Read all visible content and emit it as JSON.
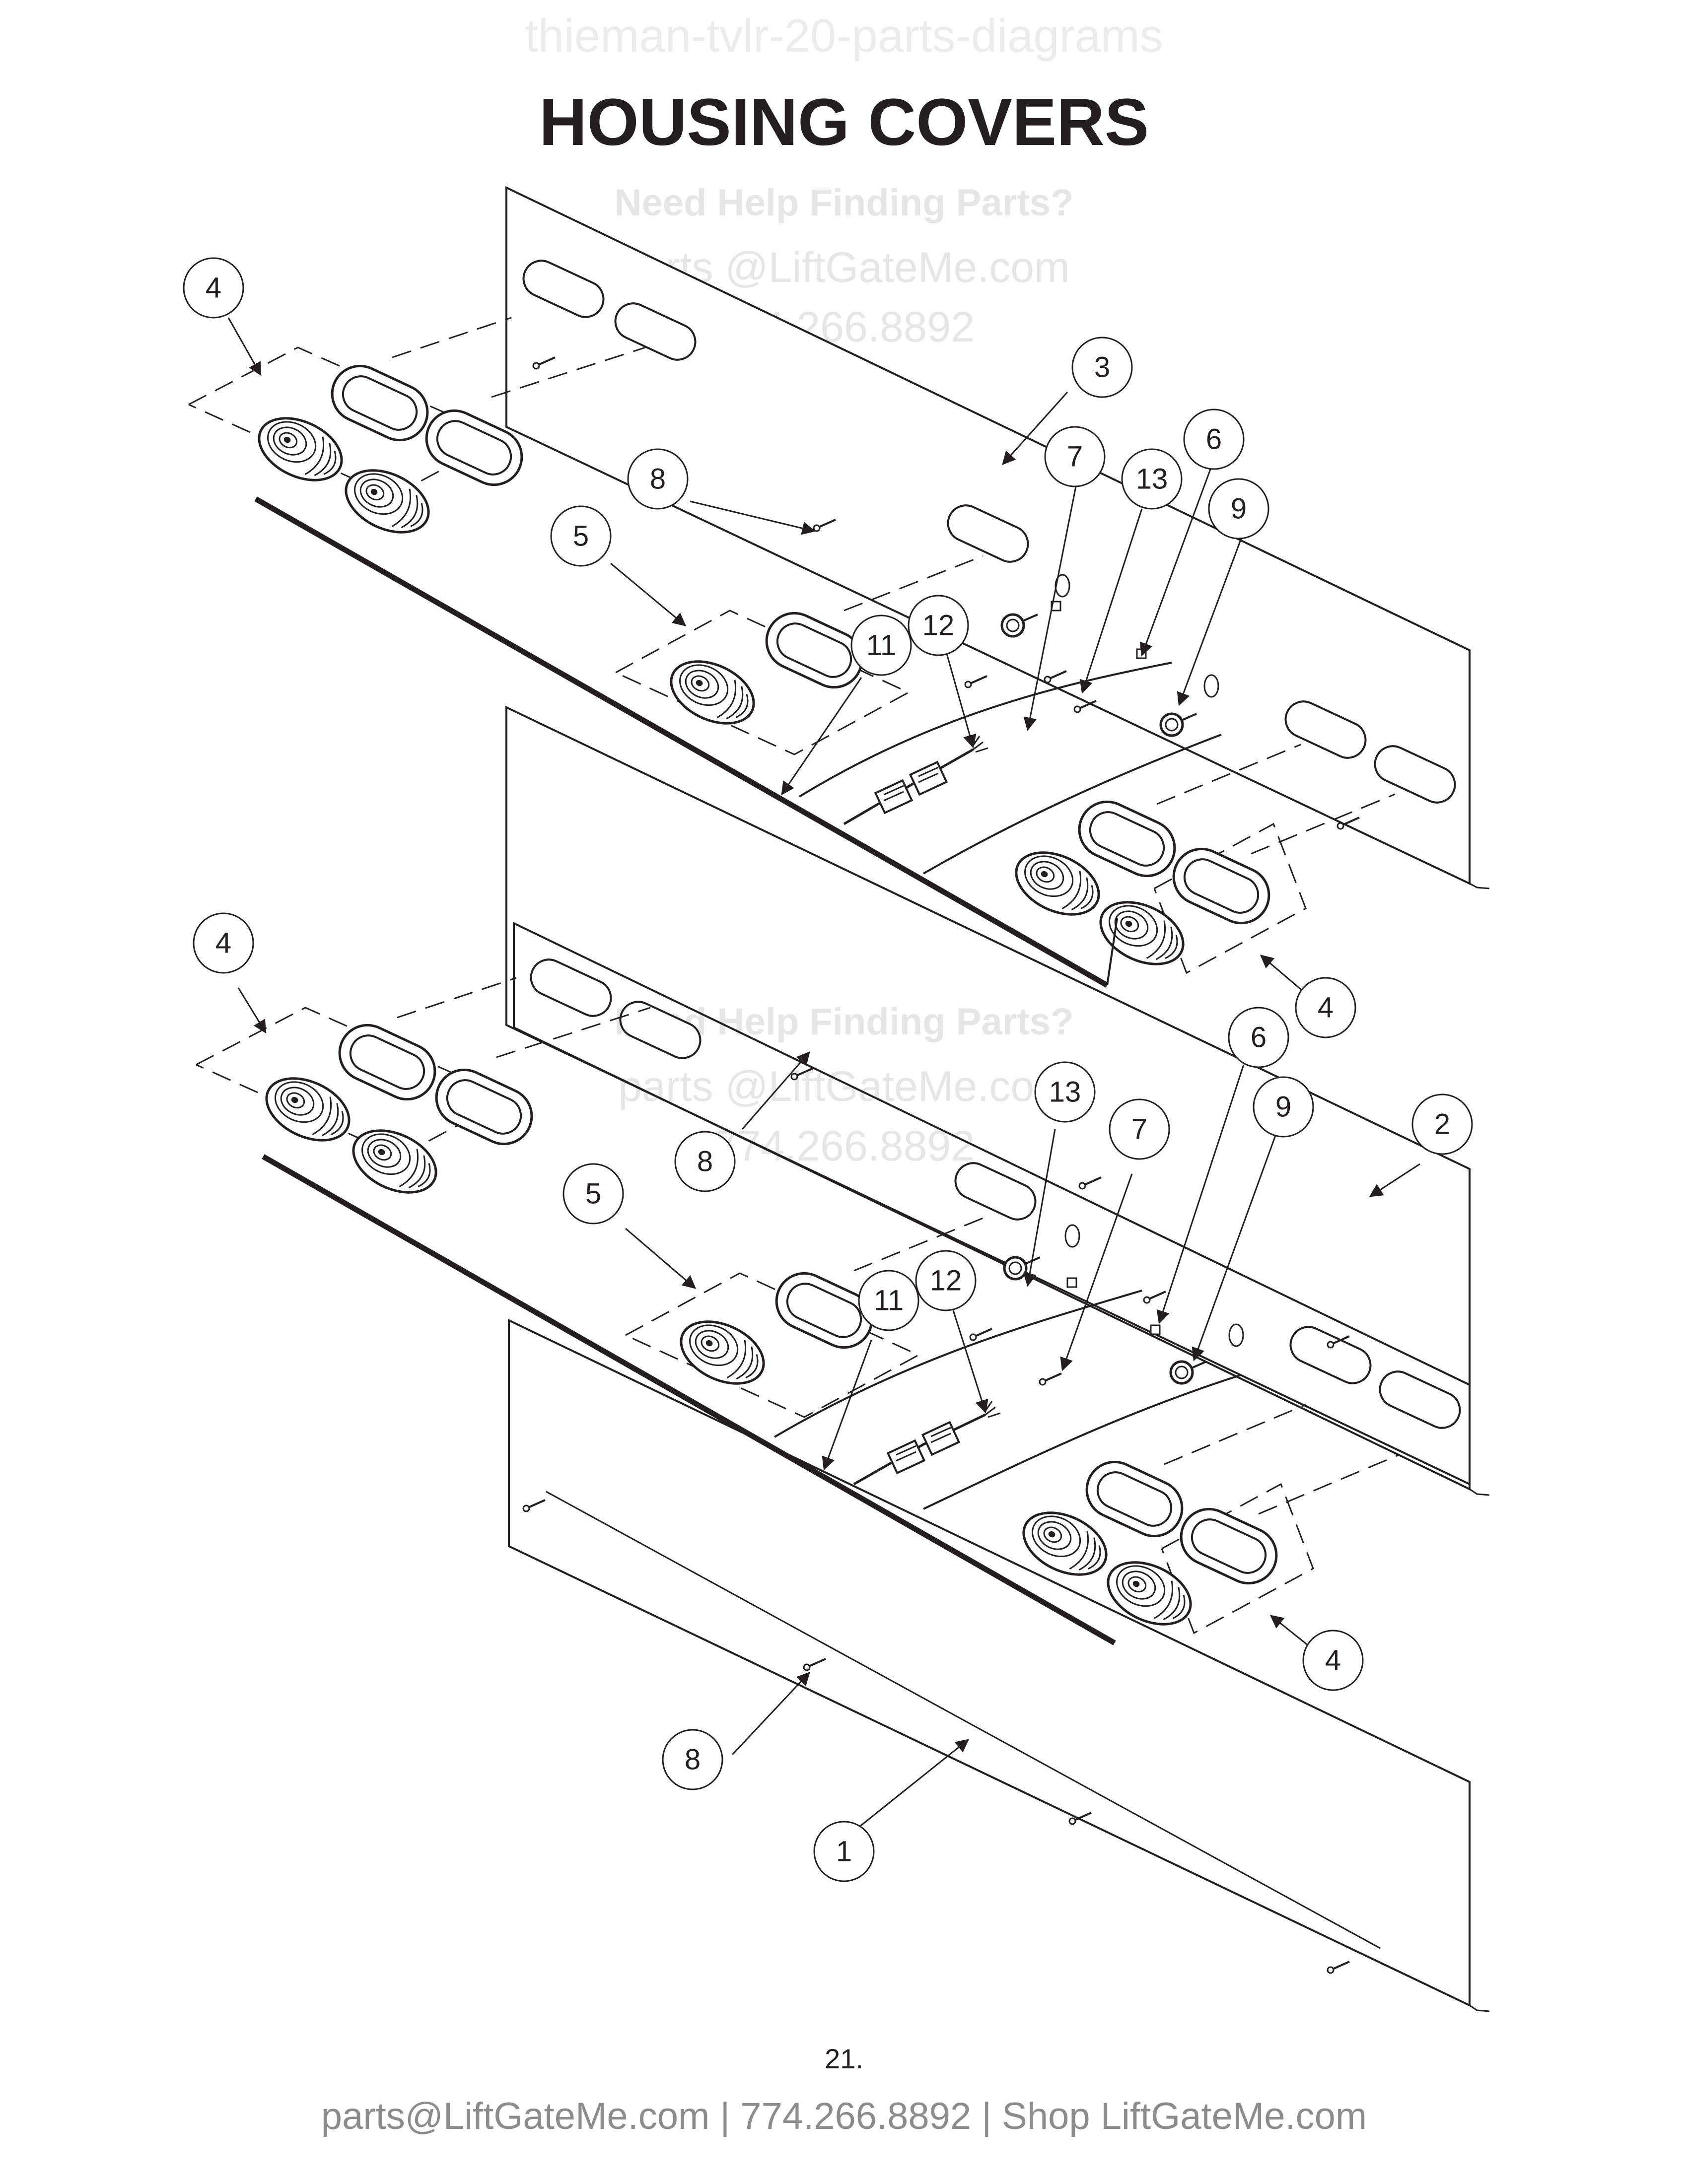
{
  "watermark_top": "thieman-tvlr-20-parts-diagrams",
  "title": "HOUSING COVERS",
  "help_watermark": {
    "line1": "Need Help Finding Parts?",
    "line2": "parts @LiftGateMe.com",
    "line3": "774.266.8892"
  },
  "callouts": {
    "upper": [
      {
        "label": "4"
      },
      {
        "label": "3"
      },
      {
        "label": "8"
      },
      {
        "label": "5"
      },
      {
        "label": "7"
      },
      {
        "label": "13"
      },
      {
        "label": "6"
      },
      {
        "label": "9"
      },
      {
        "label": "11"
      },
      {
        "label": "12"
      },
      {
        "label": "4"
      }
    ],
    "lower": [
      {
        "label": "4"
      },
      {
        "label": "8"
      },
      {
        "label": "5"
      },
      {
        "label": "13"
      },
      {
        "label": "7"
      },
      {
        "label": "6"
      },
      {
        "label": "9"
      },
      {
        "label": "2"
      },
      {
        "label": "11"
      },
      {
        "label": "12"
      },
      {
        "label": "4"
      },
      {
        "label": "8"
      },
      {
        "label": "1"
      }
    ]
  },
  "page_number": "21.",
  "footer": "parts@LiftGateMe.com | 774.266.8892 | Shop LiftGateMe.com"
}
